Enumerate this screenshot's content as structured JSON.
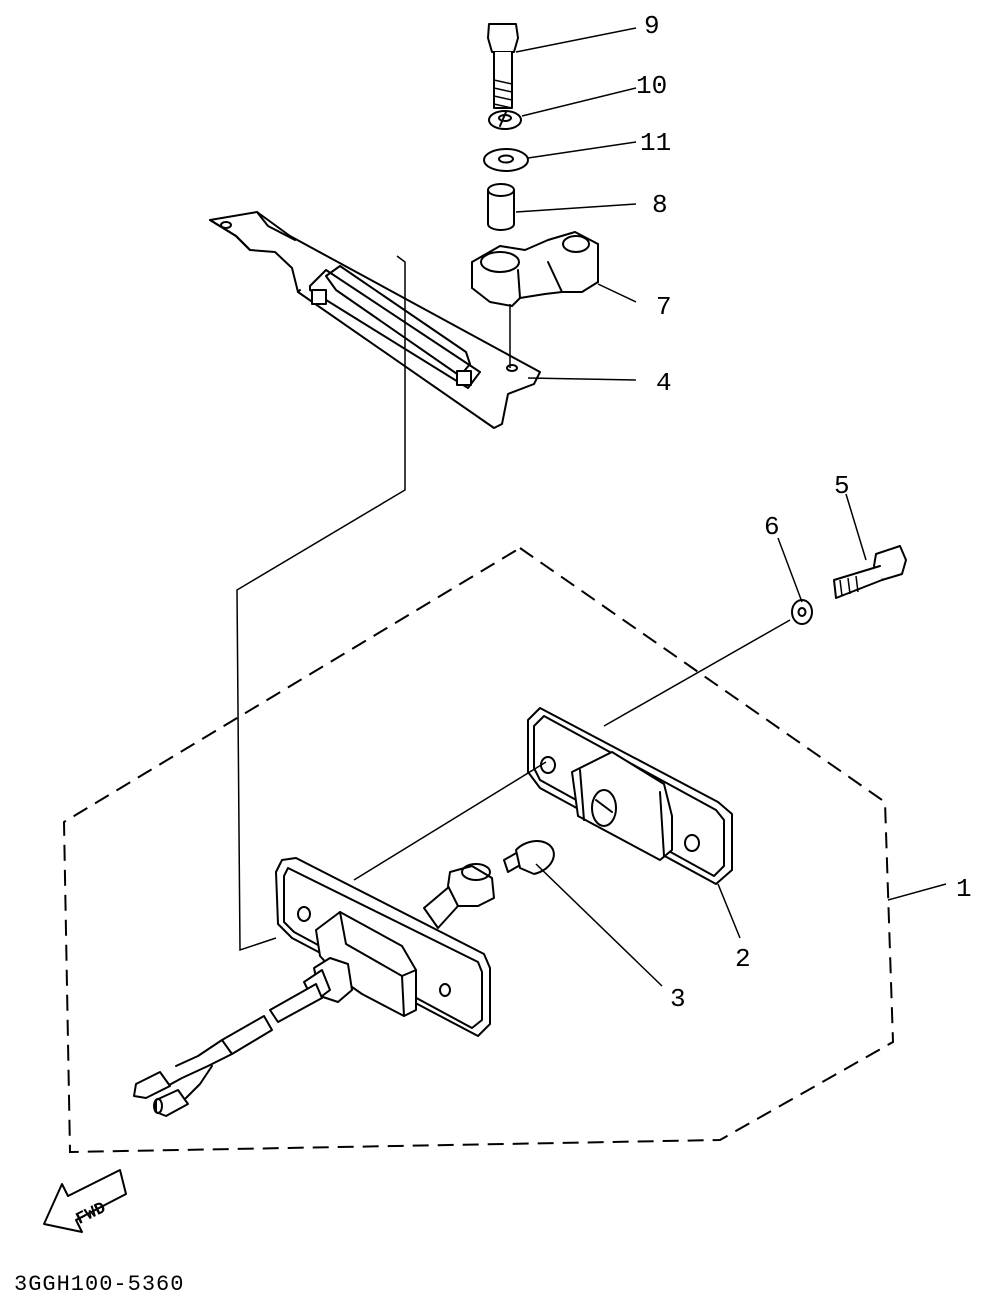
{
  "diagram": {
    "code": "3GGH100-5360",
    "fwd_label": "FWD",
    "callouts": {
      "c1": "1",
      "c2": "2",
      "c3": "3",
      "c4": "4",
      "c5": "5",
      "c6": "6",
      "c7": "7",
      "c8": "8",
      "c9": "9",
      "c10": "10",
      "c11": "11"
    }
  }
}
